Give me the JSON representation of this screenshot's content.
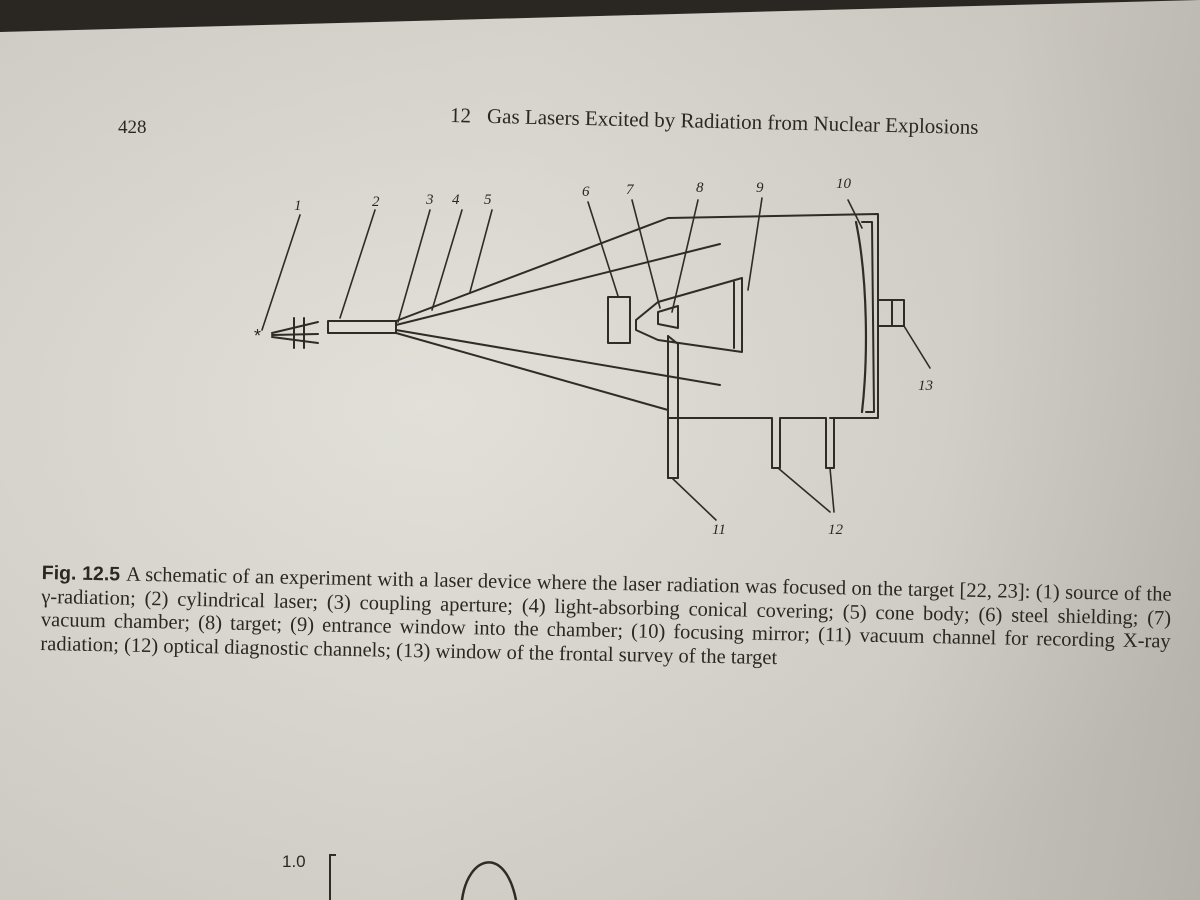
{
  "page": {
    "number": "428",
    "chapter_number": "12",
    "chapter_title": "Gas Lasers Excited by Radiation from Nuclear Explosions"
  },
  "figure": {
    "callouts": [
      "1",
      "2",
      "3",
      "4",
      "5",
      "6",
      "7",
      "8",
      "9",
      "10",
      "11",
      "12",
      "13"
    ],
    "source_glyph": "*"
  },
  "caption": {
    "label": "Fig. 12.5",
    "text": "A schematic of an experiment with a laser device where the laser radiation was focused on the target [22, 23]: (1) source of the γ-radiation; (2) cylindrical laser; (3) coupling aperture; (4) light-absorbing conical covering; (5) cone body; (6) steel shielding; (7) vacuum chamber; (8) target; (9) entrance window into the chamber; (10) focusing mirror; (11) vacuum channel for recording X-ray radiation; (12) optical diagnostic channels; (13) window of the frontal survey of the target"
  },
  "next_figure": {
    "axis_label": "1.0"
  }
}
